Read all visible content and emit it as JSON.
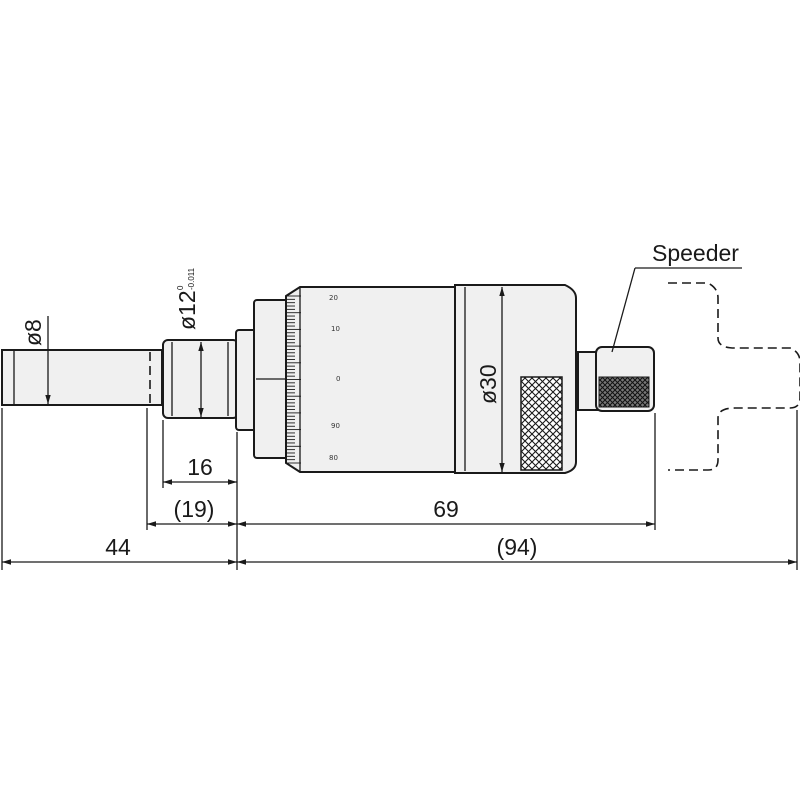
{
  "callout": {
    "speeder": "Speeder"
  },
  "dimensions": {
    "spindle_dia": "ø8",
    "sleeve_dia": "ø12",
    "sleeve_tol_upper": "0",
    "sleeve_tol_lower": "-0.011",
    "thimble_dia": "ø30",
    "dim_16": "16",
    "dim_19": "(19)",
    "dim_69": "69",
    "dim_44": "44",
    "dim_94": "(94)"
  },
  "thimble_scale": [
    "20",
    "10",
    "0",
    "90",
    "80"
  ],
  "colors": {
    "line": "#1a1a1a",
    "body": "#f0f0f0"
  }
}
